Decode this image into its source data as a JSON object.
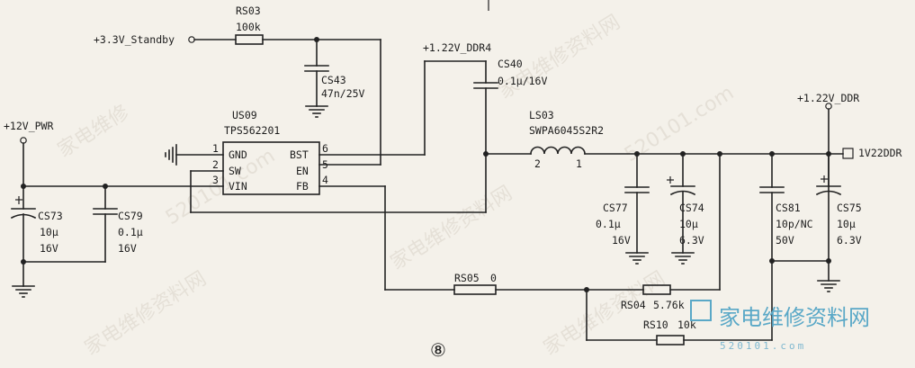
{
  "nets": {
    "standby": "+3.3V_Standby",
    "pwr12": "+12V_PWR",
    "ddr4": "+1.22V_DDR4",
    "ddr": "+1.22V_DDR",
    "port": "1V22DDR"
  },
  "ic": {
    "ref": "US09",
    "part": "TPS562201",
    "pins": [
      {
        "num": "1",
        "name": "GND"
      },
      {
        "num": "2",
        "name": "SW"
      },
      {
        "num": "3",
        "name": "VIN"
      },
      {
        "num": "6",
        "name": "BST"
      },
      {
        "num": "5",
        "name": "EN"
      },
      {
        "num": "4",
        "name": "FB"
      }
    ]
  },
  "resistors": {
    "rs03": {
      "ref": "RS03",
      "value": "100k"
    },
    "rs05": {
      "ref": "RS05",
      "value": "0"
    },
    "rs04": {
      "ref": "RS04",
      "value": "5.76k"
    },
    "rs10": {
      "ref": "RS10",
      "value": "10k"
    }
  },
  "capacitors": {
    "cs43": {
      "ref": "CS43",
      "value": "47n/25V"
    },
    "cs40": {
      "ref": "CS40",
      "value": "0.1μ/16V"
    },
    "cs73": {
      "ref": "CS73",
      "value": "10μ",
      "voltage": "16V"
    },
    "cs79": {
      "ref": "CS79",
      "value": "0.1μ",
      "voltage": "16V"
    },
    "cs77": {
      "ref": "CS77",
      "value": "0.1μ",
      "voltage": "16V"
    },
    "cs74": {
      "ref": "CS74",
      "value": "10μ",
      "voltage": "6.3V"
    },
    "cs81": {
      "ref": "CS81",
      "value": "10p/NC",
      "voltage": "50V"
    },
    "cs75": {
      "ref": "CS75",
      "value": "10μ",
      "voltage": "6.3V"
    }
  },
  "inductor": {
    "ref": "LS03",
    "part": "SWPA6045S2R2",
    "pin_left": "2",
    "pin_right": "1"
  },
  "circle_label": "⑧",
  "watermark": {
    "logo": "家电维修资料网",
    "site": "520101.com"
  }
}
